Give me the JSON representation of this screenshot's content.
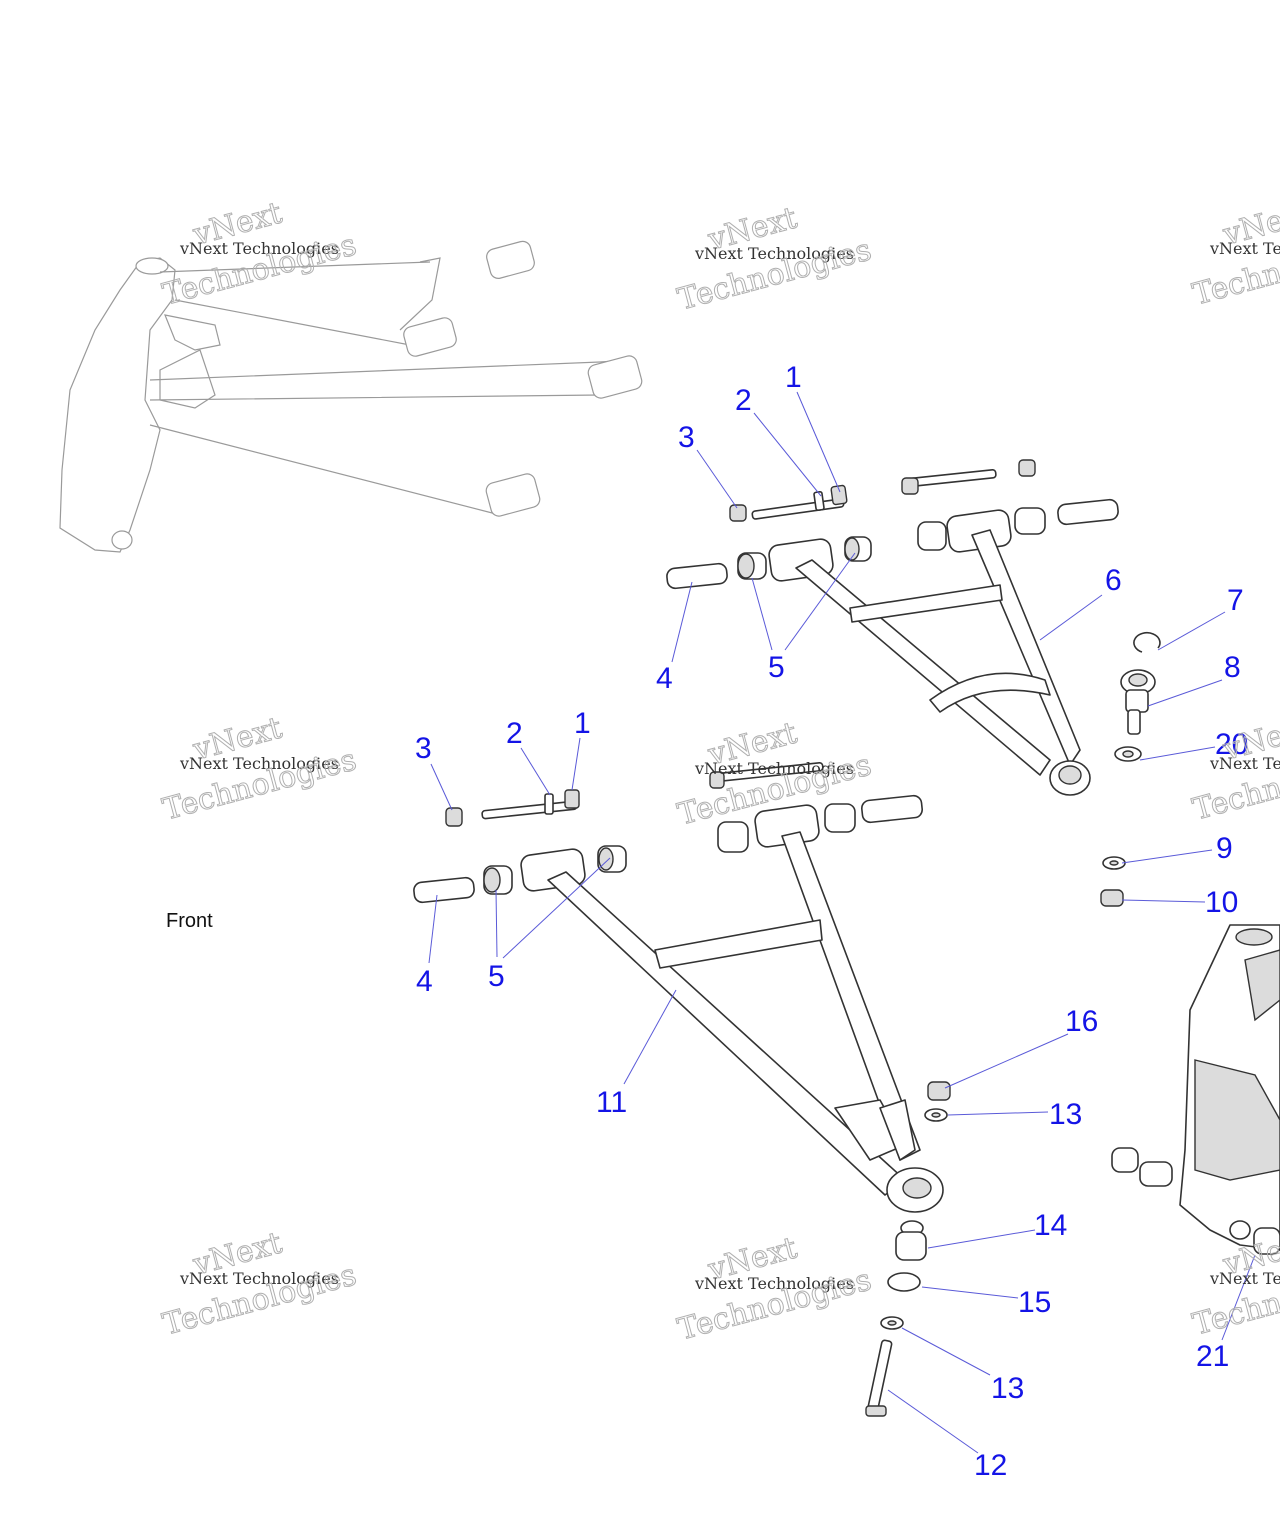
{
  "front_label": "Front",
  "watermark": {
    "line1": "vNext",
    "line2": "vNext Technologies",
    "line3": "Technologies"
  },
  "callouts": [
    {
      "id": "c-upper-1",
      "text": "1"
    },
    {
      "id": "c-upper-2",
      "text": "2"
    },
    {
      "id": "c-upper-3",
      "text": "3"
    },
    {
      "id": "c-upper-4",
      "text": "4"
    },
    {
      "id": "c-upper-5",
      "text": "5"
    },
    {
      "id": "c-upper-6",
      "text": "6"
    },
    {
      "id": "c-7",
      "text": "7"
    },
    {
      "id": "c-8",
      "text": "8"
    },
    {
      "id": "c-20",
      "text": "20"
    },
    {
      "id": "c-9",
      "text": "9"
    },
    {
      "id": "c-10",
      "text": "10"
    },
    {
      "id": "c-lower-1",
      "text": "1"
    },
    {
      "id": "c-lower-2",
      "text": "2"
    },
    {
      "id": "c-lower-3",
      "text": "3"
    },
    {
      "id": "c-lower-4",
      "text": "4"
    },
    {
      "id": "c-lower-5",
      "text": "5"
    },
    {
      "id": "c-11",
      "text": "11"
    },
    {
      "id": "c-16",
      "text": "16"
    },
    {
      "id": "c-13a",
      "text": "13"
    },
    {
      "id": "c-14",
      "text": "14"
    },
    {
      "id": "c-15",
      "text": "15"
    },
    {
      "id": "c-13b",
      "text": "13"
    },
    {
      "id": "c-12",
      "text": "12"
    },
    {
      "id": "c-21",
      "text": "21"
    }
  ]
}
